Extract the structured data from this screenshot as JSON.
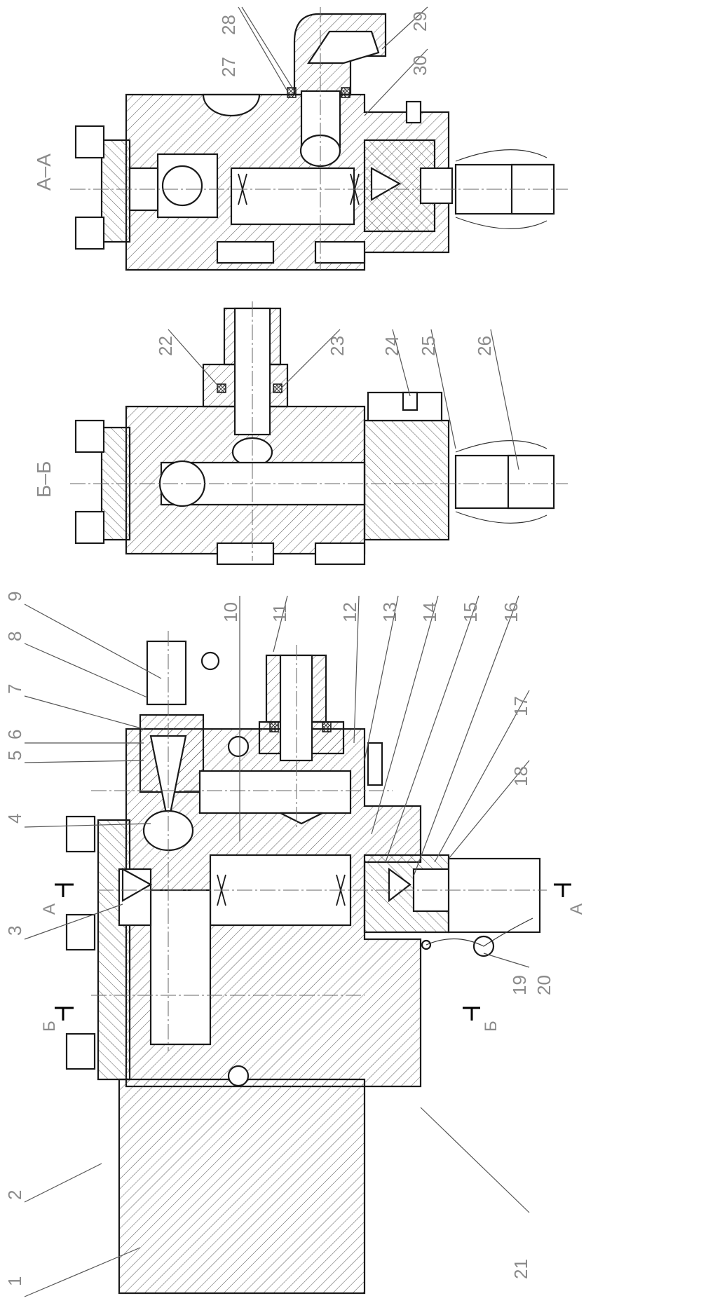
{
  "section_titles": {
    "view_a": "А–А",
    "view_b": "Б–Б"
  },
  "cutting_plane_labels": {
    "a_left": "А",
    "a_right": "А",
    "b_left": "Б",
    "b_right": "Б"
  },
  "callouts": [
    "1",
    "2",
    "3",
    "4",
    "5",
    "6",
    "7",
    "8",
    "9",
    "10",
    "11",
    "12",
    "13",
    "14",
    "15",
    "16",
    "17",
    "18",
    "19",
    "20",
    "21",
    "22",
    "23",
    "24",
    "25",
    "26",
    "27",
    "28",
    "29",
    "30"
  ],
  "colors": {
    "line": "#1a1a1a",
    "callout_text": "#8a8a8a",
    "background": "#ffffff"
  }
}
